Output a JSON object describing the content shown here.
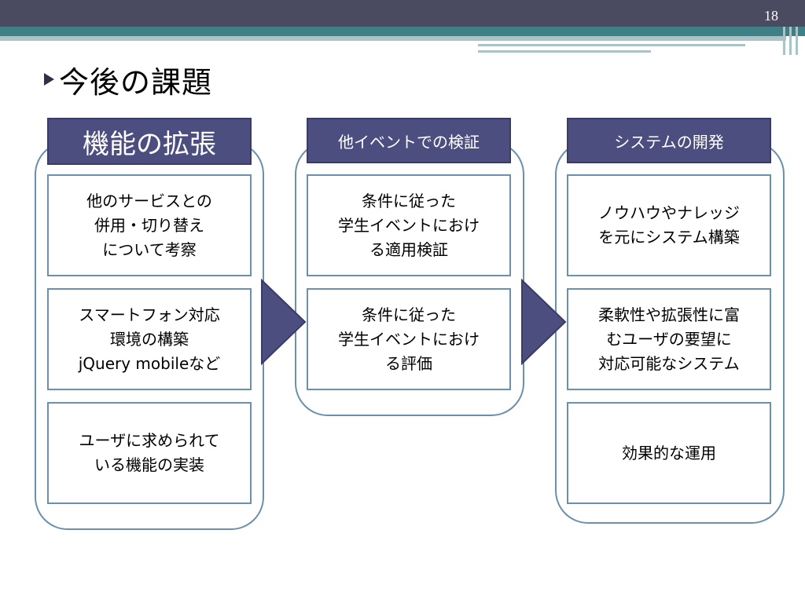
{
  "page_number": "18",
  "title": "今後の課題",
  "columns": [
    {
      "header": "機能の拡張",
      "items": [
        "他のサービスとの\n併用・切り替え\nについて考察",
        "スマートフォン対応\n環境の構築\njQuery mobileなど",
        "ユーザに求められて\nいる機能の実装"
      ]
    },
    {
      "header": "他イベントでの検証",
      "items": [
        "条件に従った\n学生イベントにおけ\nる適用検証",
        "条件に従った\n学生イベントにおけ\nる評価"
      ]
    },
    {
      "header": "システムの開発",
      "items": [
        "ノウハウやナレッジ\nを元にシステム構築",
        "柔軟性や拡張性に富\nむユーザの要望に\n対応可能なシステム",
        "効果的な運用"
      ]
    }
  ],
  "colors": {
    "header_fill": "#4d4e80",
    "frame_border": "#6b90ac",
    "arrow_fill": "#4d4e80",
    "top_band": "#4a4a60",
    "teal_band": "#3f7f86"
  }
}
